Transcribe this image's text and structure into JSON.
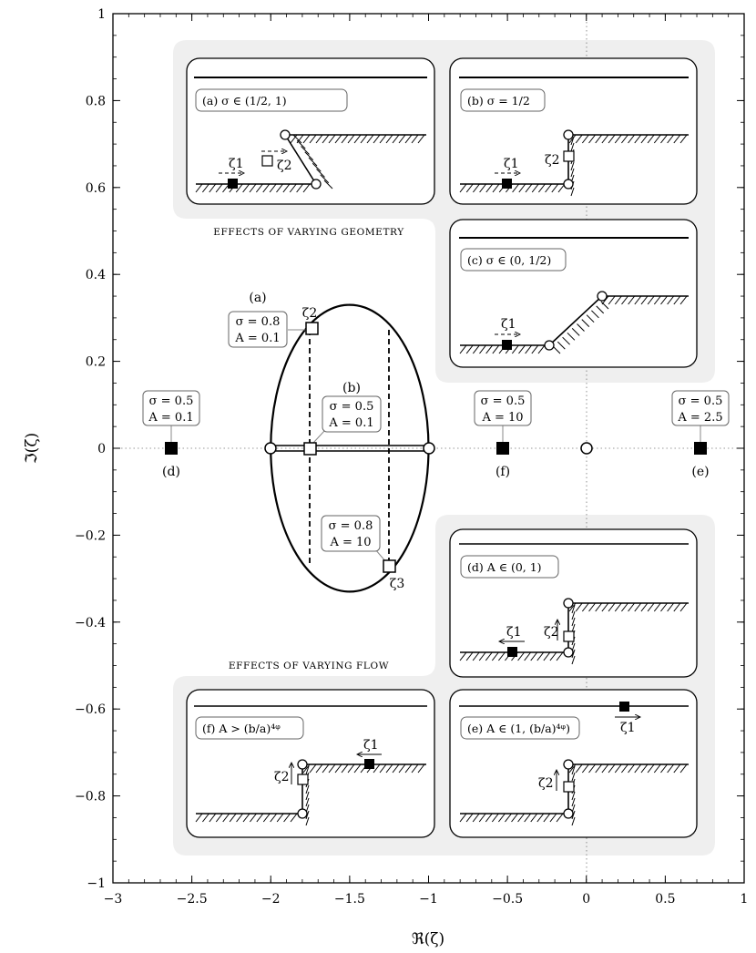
{
  "axes": {
    "xlabel": "ℜ(ζ)",
    "ylabel": "ℑ(ζ)",
    "xlim": [
      -3,
      1
    ],
    "ylim": [
      -1,
      1
    ],
    "xticks": [
      {
        "v": -3,
        "label": "−3"
      },
      {
        "v": -2.5,
        "label": "−2.5"
      },
      {
        "v": -2,
        "label": "−2"
      },
      {
        "v": -1.5,
        "label": "−1.5"
      },
      {
        "v": -1,
        "label": "−1"
      },
      {
        "v": -0.5,
        "label": "−0.5"
      },
      {
        "v": 0,
        "label": "0"
      },
      {
        "v": 0.5,
        "label": "0.5"
      },
      {
        "v": 1,
        "label": "1"
      }
    ],
    "yticks": [
      {
        "v": 1,
        "label": "1"
      },
      {
        "v": 0.8,
        "label": "0.8"
      },
      {
        "v": 0.6,
        "label": "0.6"
      },
      {
        "v": 0.4,
        "label": "0.4"
      },
      {
        "v": 0.2,
        "label": "0.2"
      },
      {
        "v": 0,
        "label": "0"
      },
      {
        "v": -0.2,
        "label": "−0.2"
      },
      {
        "v": -0.4,
        "label": "−0.4"
      },
      {
        "v": -0.6,
        "label": "−0.6"
      },
      {
        "v": -0.8,
        "label": "−0.8"
      },
      {
        "v": -1,
        "label": "−1"
      }
    ]
  },
  "ellipse": {
    "center": [
      -1.5,
      0
    ],
    "semi_axes": [
      0.5,
      0.33
    ]
  },
  "points": [
    {
      "id": "d",
      "label": "(d)",
      "sigma": "σ = 0.5",
      "A": "A = 0.1",
      "x": -2.63,
      "y": 0
    },
    {
      "id": "f",
      "label": "(f)",
      "sigma": "σ = 0.5",
      "A": "A = 10",
      "x": -0.53,
      "y": 0
    },
    {
      "id": "e",
      "label": "(e)",
      "sigma": "σ = 0.5",
      "A": "A = 2.5",
      "x": 0.72,
      "y": 0
    },
    {
      "id": "a",
      "label": "(a)",
      "zeta": "ζ2",
      "sigma": "σ = 0.8",
      "A": "A = 0.1",
      "x": -1.75,
      "y": 0.27
    },
    {
      "id": "b",
      "label": "(b)",
      "sigma": "σ = 0.5",
      "A": "A = 0.1",
      "x": -1.75,
      "y": 0
    },
    {
      "id": "c3",
      "label": "",
      "zeta": "ζ3",
      "sigma": "σ = 0.8",
      "A": "A = 10",
      "x": -1.25,
      "y": -0.27
    },
    {
      "id": "origin",
      "x": 0,
      "y": 0
    },
    {
      "id": "left-end",
      "x": -2,
      "y": 0
    },
    {
      "id": "right-end",
      "x": -1,
      "y": 0
    }
  ],
  "groups": {
    "geometry": "EFFECTS OF VARYING GEOMETRY",
    "flow": "EFFECTS OF VARYING FLOW"
  },
  "panels": {
    "a": {
      "label": "(a) σ ∈ (1/2, 1)",
      "zeta1": "ζ1",
      "zeta2": "ζ2"
    },
    "b": {
      "label": "(b) σ = 1/2",
      "zeta1": "ζ1",
      "zeta2": "ζ2"
    },
    "c": {
      "label": "(c) σ ∈ (0, 1/2)",
      "zeta1": "ζ1"
    },
    "d": {
      "label": "(d) A ∈ (0, 1)",
      "zeta1": "ζ1",
      "zeta2": "ζ2"
    },
    "e": {
      "label": "(e) A ∈ (1, (b/a)⁴ᵠ)",
      "zeta1": "ζ1",
      "zeta2": "ζ2"
    },
    "f": {
      "label": "(f) A > (b/a)⁴ᵠ",
      "zeta1": "ζ1",
      "zeta2": "ζ2"
    }
  },
  "colors": {
    "group_bg": "#efefef",
    "ink": "#000000",
    "guide": "#888888"
  }
}
